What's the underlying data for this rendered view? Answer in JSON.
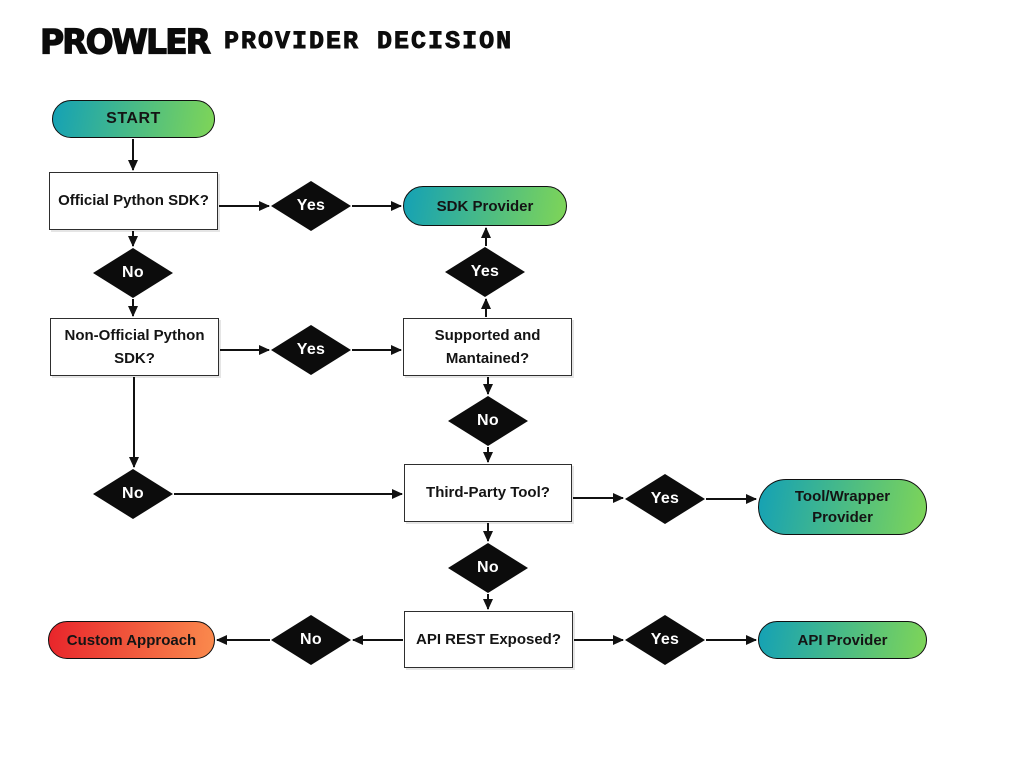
{
  "header": {
    "logo_text": "PROWLER",
    "title": "PROVIDER DECISION"
  },
  "nodes": {
    "start": {
      "label": "START",
      "type": "terminal"
    },
    "official_sdk": {
      "label": "Official Python SDK?",
      "type": "question"
    },
    "sdk_provider": {
      "label": "SDK Provider",
      "type": "result"
    },
    "non_official_sdk": {
      "label": "Non-Official Python SDK?",
      "type": "question"
    },
    "supported_maintained": {
      "label": "Supported and Mantained?",
      "type": "question"
    },
    "third_party_tool": {
      "label": "Third-Party Tool?",
      "type": "question"
    },
    "tool_wrapper_provider": {
      "label": "Tool/Wrapper Provider",
      "type": "result"
    },
    "api_rest_exposed": {
      "label": "API REST Exposed?",
      "type": "question"
    },
    "custom_approach": {
      "label": "Custom Approach",
      "type": "result"
    },
    "api_provider": {
      "label": "API Provider",
      "type": "result"
    }
  },
  "decisions": [
    {
      "id": "official-yes",
      "label": "Yes"
    },
    {
      "id": "official-no",
      "label": "No"
    },
    {
      "id": "maintained-yes",
      "label": "Yes"
    },
    {
      "id": "non-official-yes",
      "label": "Yes"
    },
    {
      "id": "maintained-no",
      "label": "No"
    },
    {
      "id": "non-official-no",
      "label": "No"
    },
    {
      "id": "third-party-yes",
      "label": "Yes"
    },
    {
      "id": "third-party-no",
      "label": "No"
    },
    {
      "id": "api-rest-no",
      "label": "No"
    },
    {
      "id": "api-rest-yes",
      "label": "Yes"
    }
  ],
  "edges": [
    {
      "from": "start",
      "to": "official_sdk",
      "label": ""
    },
    {
      "from": "official_sdk",
      "to": "sdk_provider",
      "label": "Yes"
    },
    {
      "from": "official_sdk",
      "to": "non_official_sdk",
      "label": "No"
    },
    {
      "from": "non_official_sdk",
      "to": "supported_maintained",
      "label": "Yes"
    },
    {
      "from": "supported_maintained",
      "to": "sdk_provider",
      "label": "Yes"
    },
    {
      "from": "supported_maintained",
      "to": "third_party_tool",
      "label": "No"
    },
    {
      "from": "non_official_sdk",
      "to": "third_party_tool",
      "label": "No"
    },
    {
      "from": "third_party_tool",
      "to": "tool_wrapper_provider",
      "label": "Yes"
    },
    {
      "from": "third_party_tool",
      "to": "api_rest_exposed",
      "label": "No"
    },
    {
      "from": "api_rest_exposed",
      "to": "custom_approach",
      "label": "No"
    },
    {
      "from": "api_rest_exposed",
      "to": "api_provider",
      "label": "Yes"
    }
  ],
  "colors": {
    "teal": "#14a1b5",
    "green": "#7fd557",
    "red": "#e8252b",
    "orange": "#fa8a4d",
    "node-border": "#2e2e2e",
    "diamond": "#0c0c0c",
    "diamond-text": "#ffffff",
    "arrow": "#111111",
    "text": "#141414"
  }
}
